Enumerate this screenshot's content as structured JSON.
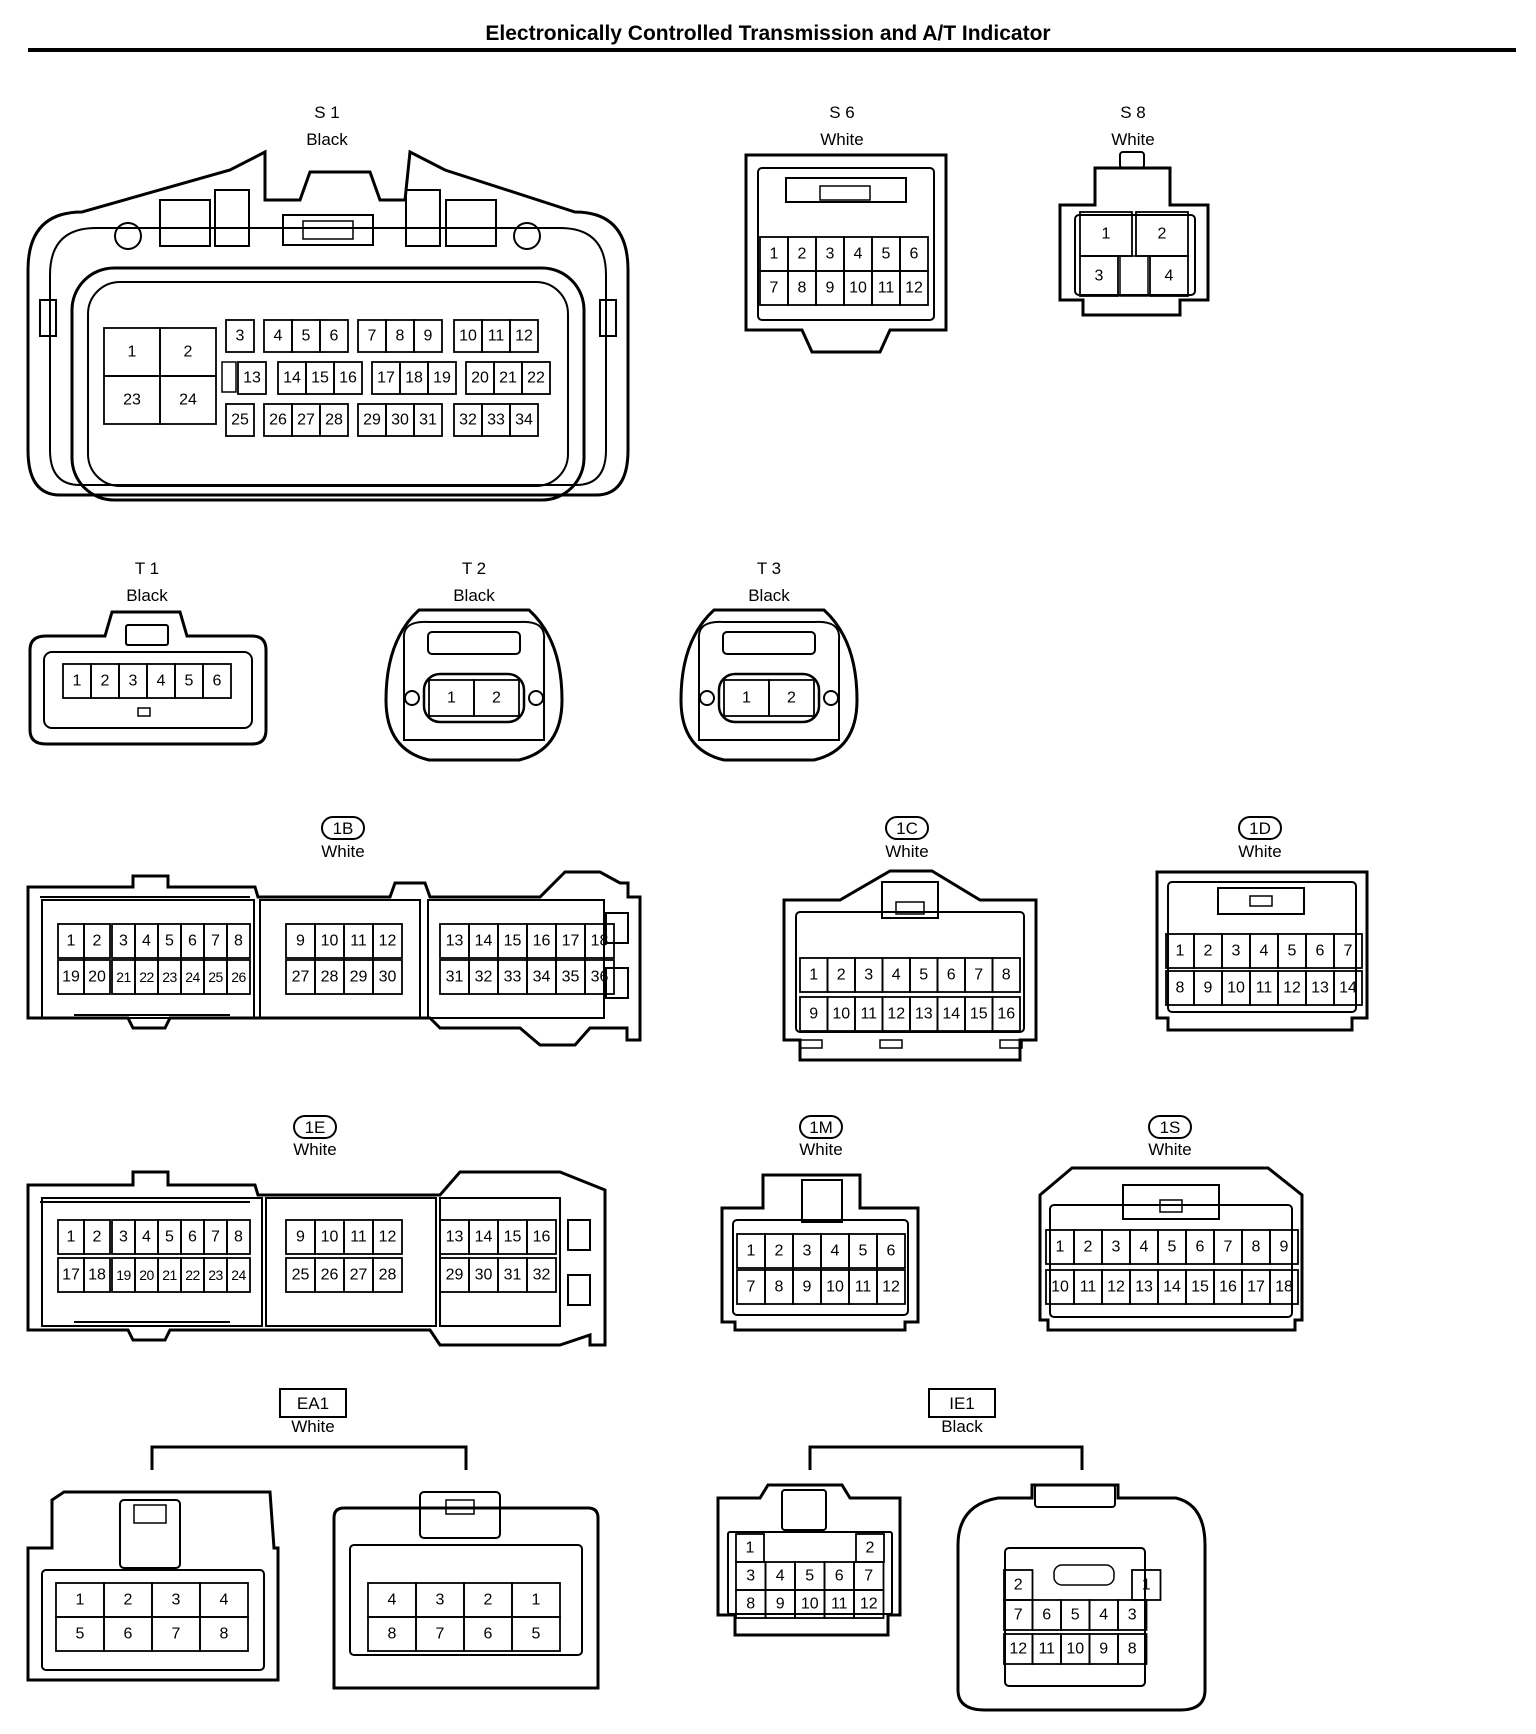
{
  "title": "Electronically Controlled Transmission and A/T Indicator",
  "connectors": {
    "S1": {
      "code": "S 1",
      "color": "Black",
      "pins": [
        "1",
        "2",
        "23",
        "24",
        "3",
        "4",
        "5",
        "6",
        "7",
        "8",
        "9",
        "10",
        "11",
        "12",
        "13",
        "14",
        "15",
        "16",
        "17",
        "18",
        "19",
        "20",
        "21",
        "22",
        "25",
        "26",
        "27",
        "28",
        "29",
        "30",
        "31",
        "32",
        "33",
        "34"
      ]
    },
    "S6": {
      "code": "S 6",
      "color": "White",
      "pins": [
        "1",
        "2",
        "3",
        "4",
        "5",
        "6",
        "7",
        "8",
        "9",
        "10",
        "11",
        "12"
      ]
    },
    "S8": {
      "code": "S 8",
      "color": "White",
      "pins": [
        "1",
        "2",
        "3",
        "4"
      ]
    },
    "T1": {
      "code": "T 1",
      "color": "Black",
      "pins": [
        "1",
        "2",
        "3",
        "4",
        "5",
        "6"
      ]
    },
    "T2": {
      "code": "T 2",
      "color": "Black",
      "pins": [
        "1",
        "2"
      ]
    },
    "T3": {
      "code": "T 3",
      "color": "Black",
      "pins": [
        "1",
        "2"
      ]
    },
    "1B": {
      "code": "1B",
      "color": "White",
      "pins": [
        "1",
        "2",
        "3",
        "4",
        "5",
        "6",
        "7",
        "8",
        "19",
        "20",
        "21",
        "22",
        "23",
        "24",
        "25",
        "26",
        "9",
        "10",
        "11",
        "12",
        "27",
        "28",
        "29",
        "30",
        "13",
        "14",
        "15",
        "16",
        "17",
        "18",
        "31",
        "32",
        "33",
        "34",
        "35",
        "36"
      ]
    },
    "1C": {
      "code": "1C",
      "color": "White",
      "pins": [
        "1",
        "2",
        "3",
        "4",
        "5",
        "6",
        "7",
        "8",
        "9",
        "10",
        "11",
        "12",
        "13",
        "14",
        "15",
        "16"
      ]
    },
    "1D": {
      "code": "1D",
      "color": "White",
      "pins": [
        "1",
        "2",
        "3",
        "4",
        "5",
        "6",
        "7",
        "8",
        "9",
        "10",
        "11",
        "12",
        "13",
        "14"
      ]
    },
    "1E": {
      "code": "1E",
      "color": "White",
      "pins": [
        "1",
        "2",
        "3",
        "4",
        "5",
        "6",
        "7",
        "8",
        "17",
        "18",
        "19",
        "20",
        "21",
        "22",
        "23",
        "24",
        "9",
        "10",
        "11",
        "12",
        "25",
        "26",
        "27",
        "28",
        "13",
        "14",
        "15",
        "16",
        "29",
        "30",
        "31",
        "32"
      ]
    },
    "1M": {
      "code": "1M",
      "color": "White",
      "pins": [
        "1",
        "2",
        "3",
        "4",
        "5",
        "6",
        "7",
        "8",
        "9",
        "10",
        "11",
        "12"
      ]
    },
    "1S": {
      "code": "1S",
      "color": "White",
      "pins": [
        "1",
        "2",
        "3",
        "4",
        "5",
        "6",
        "7",
        "8",
        "9",
        "10",
        "11",
        "12",
        "13",
        "14",
        "15",
        "16",
        "17",
        "18"
      ]
    },
    "EA1": {
      "code": "EA1",
      "color": "White",
      "pins_a": [
        "1",
        "2",
        "3",
        "4",
        "5",
        "6",
        "7",
        "8"
      ],
      "pins_b": [
        "4",
        "3",
        "2",
        "1",
        "8",
        "7",
        "6",
        "5"
      ]
    },
    "IE1": {
      "code": "IE1",
      "color": "Black",
      "pins_a": [
        "1",
        "2",
        "3",
        "4",
        "5",
        "6",
        "7",
        "8",
        "9",
        "10",
        "11",
        "12"
      ],
      "pins_b": [
        "2",
        "1",
        "7",
        "6",
        "5",
        "4",
        "3",
        "12",
        "11",
        "10",
        "9",
        "8"
      ]
    }
  }
}
